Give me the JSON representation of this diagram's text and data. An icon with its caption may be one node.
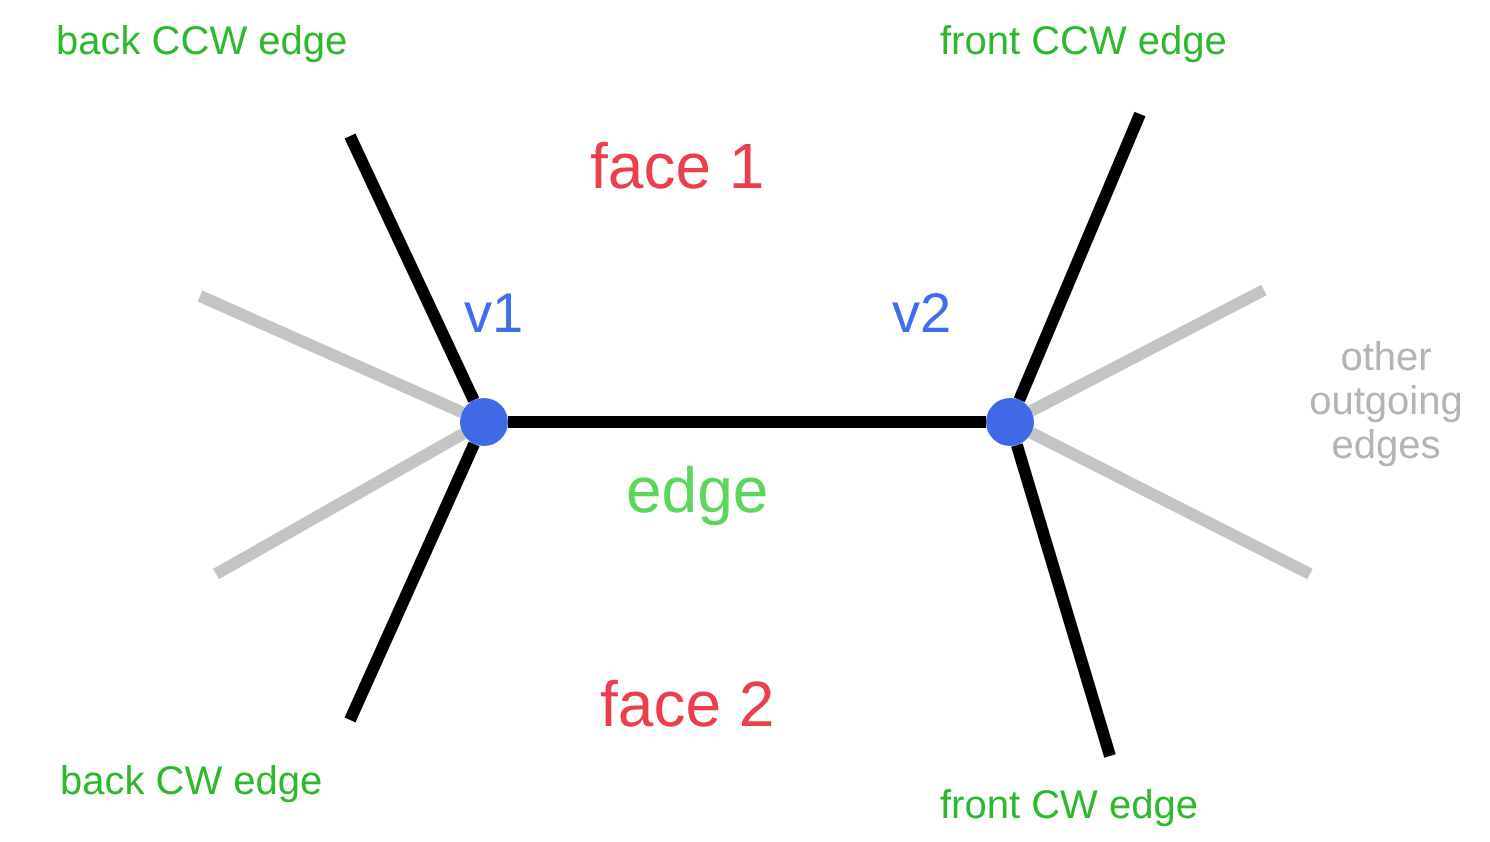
{
  "diagram": {
    "nodes": [
      {
        "text": [],
        "shape": "circle",
        "beside": [
          "v1"
        ]
      },
      {
        "text": [],
        "shape": "circle",
        "beside": [
          "v2"
        ]
      }
    ],
    "edges": [
      {
        "from": 0,
        "to": 1,
        "arrow": "none",
        "label": "edge"
      },
      {
        "from": 0,
        "to": null,
        "arrow": "none"
      },
      {
        "from": 0,
        "to": null,
        "arrow": "none"
      },
      {
        "from": 1,
        "to": null,
        "arrow": "none"
      },
      {
        "from": 1,
        "to": null,
        "arrow": "none"
      },
      {
        "from": 0,
        "to": null,
        "arrow": "none",
        "color": "#c4c4c4"
      },
      {
        "from": 0,
        "to": null,
        "arrow": "none",
        "color": "#c4c4c4"
      },
      {
        "from": 1,
        "to": null,
        "arrow": "none",
        "color": "#c4c4c4"
      },
      {
        "from": 1,
        "to": null,
        "arrow": "none",
        "color": "#c4c4c4"
      }
    ],
    "labels": [
      "back CCW edge",
      "face 1",
      "front CCW edge",
      "other outgoing edges",
      "back CW edge",
      "face 2",
      "front CW edge"
    ]
  }
}
